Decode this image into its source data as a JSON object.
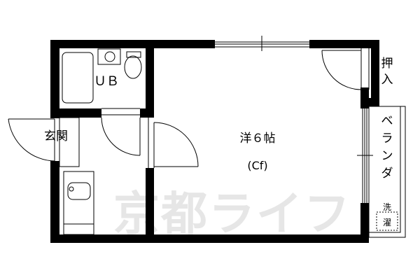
{
  "floorplan": {
    "rooms": {
      "unit_bath": "ＵＢ",
      "entrance": "玄関",
      "main_room_type": "洋６帖",
      "main_room_note": "(Cf)",
      "closet_line1": "押",
      "closet_line2": "入",
      "veranda_chars": [
        "ベ",
        "ラ",
        "ン",
        "ダ"
      ],
      "washer_line1": "洗",
      "washer_line2": "濯"
    },
    "watermark": "京都ライフ",
    "colors": {
      "wall": "#000000",
      "line": "#000000",
      "background": "#ffffff",
      "watermark": "#e6e6e6"
    }
  }
}
